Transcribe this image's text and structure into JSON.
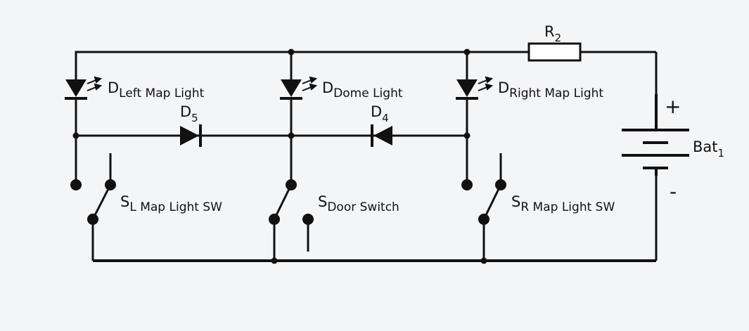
{
  "components": {
    "r2": {
      "main": "R",
      "sub": "2"
    },
    "d_left": {
      "main": "D",
      "sub": "Left Map Light"
    },
    "d_dome": {
      "main": "D",
      "sub": "Dome Light"
    },
    "d_right": {
      "main": "D",
      "sub": "Right Map Light"
    },
    "d5": {
      "main": "D",
      "sub": "5"
    },
    "d4": {
      "main": "D",
      "sub": "4"
    },
    "bat1": {
      "main": "Bat",
      "sub": "1"
    },
    "s_left": {
      "main": "S",
      "sub": "L Map Light SW"
    },
    "s_door": {
      "main": "S",
      "sub": "Door Switch"
    },
    "s_right": {
      "main": "S",
      "sub": "R Map Light SW"
    }
  },
  "polarity": {
    "plus": "+",
    "minus": "-"
  },
  "colors": {
    "background": "#f4f5f7",
    "ink": "#111111"
  }
}
